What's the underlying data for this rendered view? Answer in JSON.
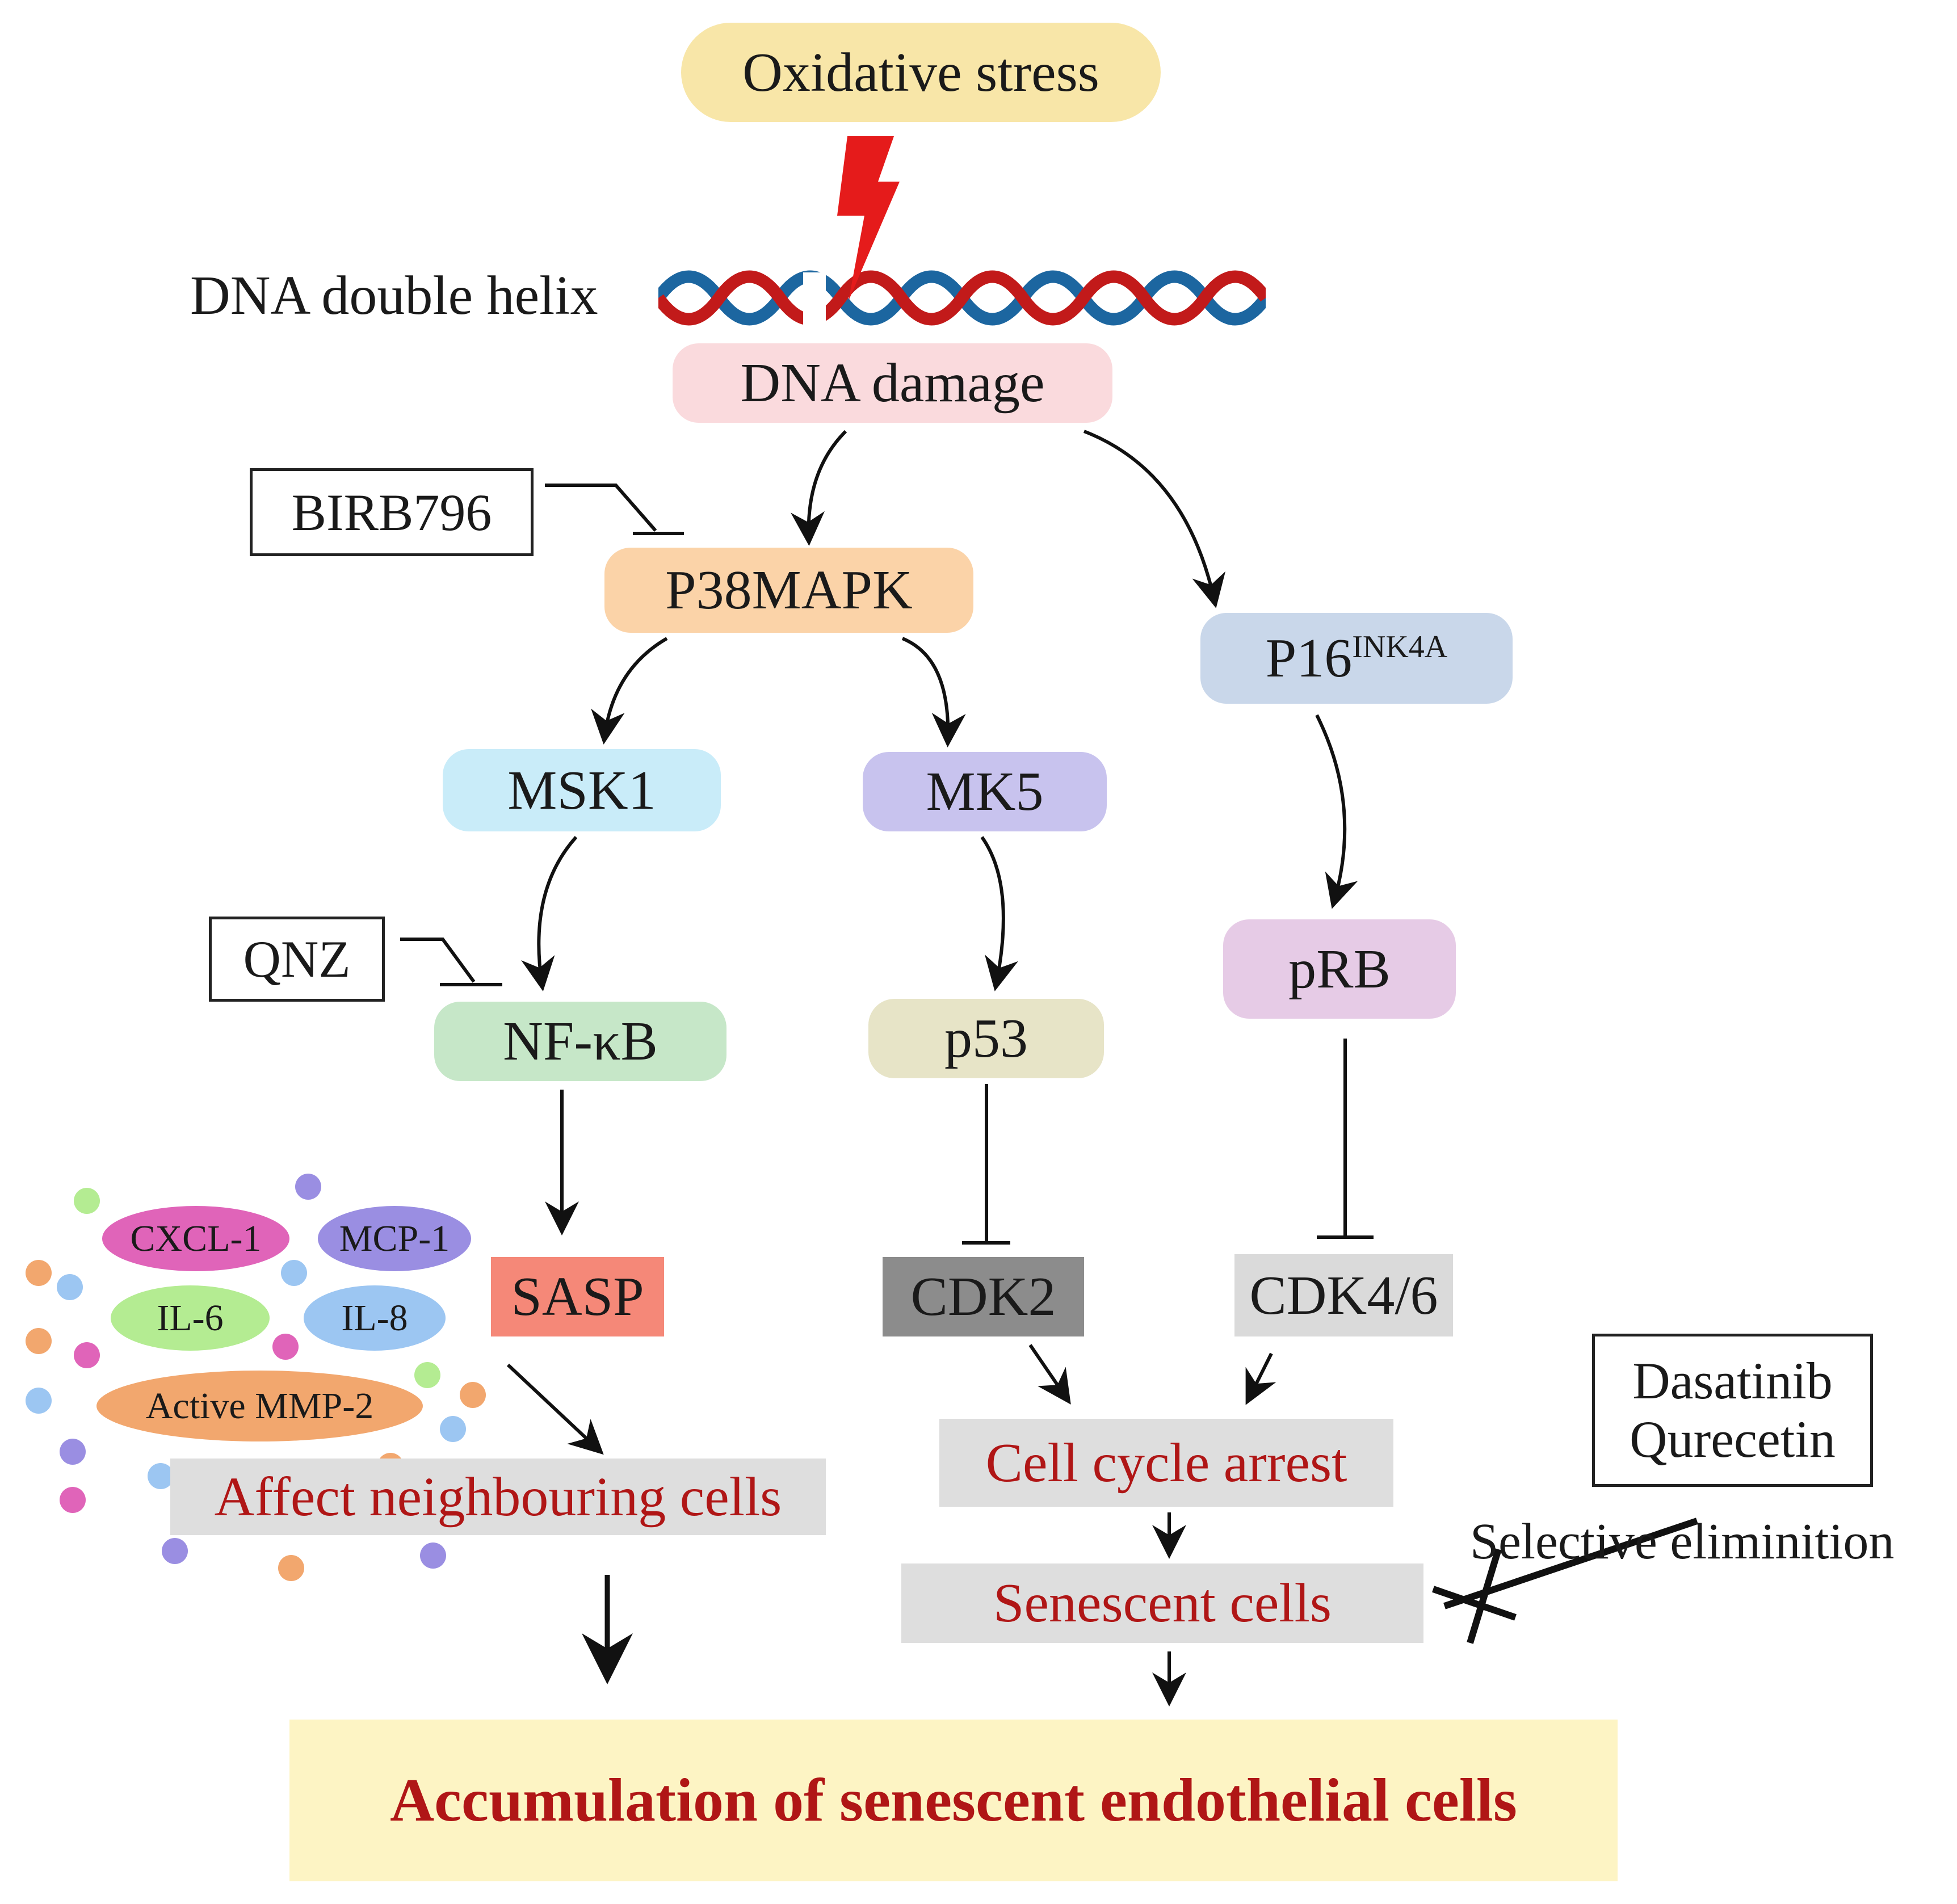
{
  "nodes": {
    "oxidative_stress": "Oxidative stress",
    "dna_helix_label": "DNA double helix",
    "dna_damage": "DNA damage",
    "birb796": "BIRB796",
    "p38mapk": "P38MAPK",
    "p16_main": "P16",
    "p16_sup": "INK4A",
    "msk1": "MSK1",
    "mk5": "MK5",
    "qnz": "QNZ",
    "nfkb": "NF-κB",
    "p53": "p53",
    "prb": "pRB",
    "sasp": "SASP",
    "cdk2": "CDK2",
    "cdk46": "CDK4/6",
    "dasatinib": "Dasatinib",
    "qurecetin": "Qurecetin",
    "cell_cycle_arrest": "Cell cycle arrest",
    "senescent_cells": "Senescent cells",
    "selective_elimination": "Selective eliminition",
    "affect_neighbouring": "Affect neighbouring cells",
    "accumulation": "Accumulation of senescent endothelial cells"
  },
  "cytokines": [
    "CXCL-1",
    "MCP-1",
    "IL-6",
    "IL-8",
    "Active MMP-2"
  ],
  "colors": {
    "oxidative_stress": "#f8e6a8",
    "dna_damage": "#fadadd",
    "p38mapk": "#fbd3a8",
    "p16": "#c9d7ea",
    "msk1": "#c9ecf9",
    "mk5": "#c8c3ee",
    "nfkb": "#c6e7c8",
    "p53": "#e7e4c7",
    "prb": "#e6cbe6",
    "sasp": "#f58878",
    "cdk2": "#8c8c8c",
    "cdk46": "#dadada",
    "grey_box": "#dedede",
    "accumulation": "#fdf4c4",
    "cxcl1": "#e064b9",
    "mcp1": "#9a8ee2",
    "il6": "#b4ec92",
    "il8": "#9cc6f2",
    "mmp2": "#f2a76e",
    "red_text": "#b01616",
    "dna_red": "#c21a1a",
    "dna_blue": "#1c66a0"
  }
}
